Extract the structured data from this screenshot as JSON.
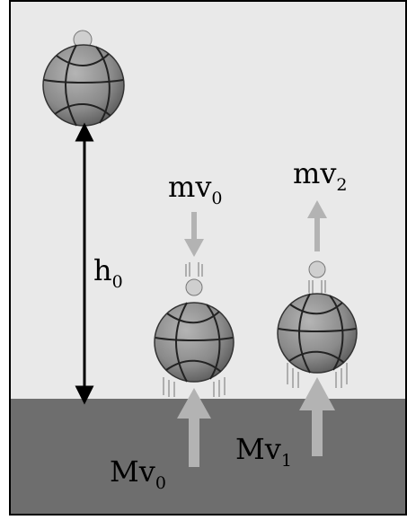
{
  "labels": {
    "height": "h",
    "height_sub": "0",
    "ball_small_falling": "mv",
    "ball_small_falling_sub": "0",
    "ball_small_rising": "mv",
    "ball_small_rising_sub": "2",
    "ball_big_in": "Mv",
    "ball_big_in_sub": "0",
    "ball_big_out": "Mv",
    "ball_big_out_sub": "1"
  },
  "colors": {
    "background": "#e9e9e9",
    "ground": "#6e6e6e",
    "ball_fill": "#8f8f8f",
    "ball_seam": "#222222",
    "small_ball": "#cfcfcf",
    "arrow": "#b3b3b3",
    "height_arrow": "#000000",
    "text": "#000000"
  }
}
